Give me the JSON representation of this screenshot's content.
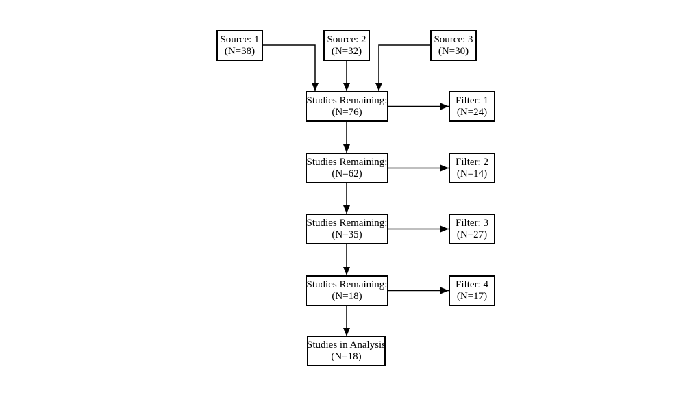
{
  "diagram": {
    "type": "flowchart",
    "colors": {
      "background": "#ffffff",
      "box_fill": "#ffffff",
      "box_border": "#000000",
      "line": "#000000",
      "text": "#000000"
    },
    "sources": [
      {
        "label": "Source: 1",
        "count": "(N=38)"
      },
      {
        "label": "Source: 2",
        "count": "(N=32)"
      },
      {
        "label": "Source: 3",
        "count": "(N=30)"
      }
    ],
    "stages": [
      {
        "label": "Studies Remaining:",
        "count": "(N=76)",
        "filter_label": "Filter: 1",
        "filter_count": "(N=24)"
      },
      {
        "label": "Studies Remaining:",
        "count": "(N=62)",
        "filter_label": "Filter: 2",
        "filter_count": "(N=14)"
      },
      {
        "label": "Studies Remaining:",
        "count": "(N=35)",
        "filter_label": "Filter: 3",
        "filter_count": "(N=27)"
      },
      {
        "label": "Studies Remaining:",
        "count": "(N=18)",
        "filter_label": "Filter: 4",
        "filter_count": "(N=17)"
      }
    ],
    "final": {
      "label": "Studies in Analysis",
      "count": "(N=18)"
    },
    "edges": [
      {
        "from": "source-1",
        "to": "stage-1"
      },
      {
        "from": "source-2",
        "to": "stage-1"
      },
      {
        "from": "source-3",
        "to": "stage-1"
      },
      {
        "from": "stage-1",
        "to": "filter-1"
      },
      {
        "from": "stage-1",
        "to": "stage-2"
      },
      {
        "from": "stage-2",
        "to": "filter-2"
      },
      {
        "from": "stage-2",
        "to": "stage-3"
      },
      {
        "from": "stage-3",
        "to": "filter-3"
      },
      {
        "from": "stage-3",
        "to": "stage-4"
      },
      {
        "from": "stage-4",
        "to": "filter-4"
      },
      {
        "from": "stage-4",
        "to": "final"
      }
    ]
  }
}
